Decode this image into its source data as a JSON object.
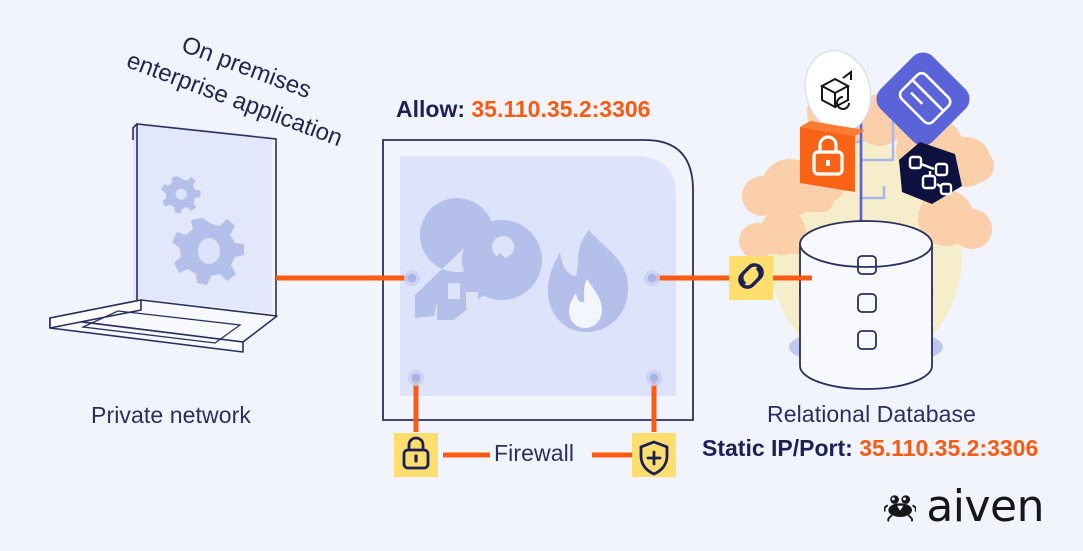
{
  "diagram": {
    "title": "Aiven static IP firewall connectivity diagram",
    "background_color": "#F1F4FD",
    "accent_orange": "#FA5A11",
    "navy": "#1B2157",
    "yellow_badge": "#FFDE6E",
    "lavender": "#C3CBF2"
  },
  "onprem": {
    "label": "On premises enterprise application",
    "network_label": "Private network",
    "screen_icon": "gears-icon",
    "device_icon": "laptop-icon"
  },
  "firewall": {
    "allow_prefix": "Allow:",
    "allow_value": "35.110.35.2:3306",
    "label": "Firewall",
    "icons": [
      "key-icon",
      "flame-icon"
    ],
    "badges": [
      "lock-icon",
      "shield-plus-icon"
    ]
  },
  "link": {
    "icon": "chain-link-icon"
  },
  "database": {
    "title": "Relational Database",
    "static_prefix": "Static IP/Port:",
    "static_value": "35.110.35.2:3306",
    "icon": "database-cylinder-icon",
    "service_tiles": [
      {
        "name": "cube-3d-icon",
        "shape": "ellipse",
        "fill": "#FFFFFF"
      },
      {
        "name": "lock-icon",
        "shape": "square",
        "fill": "#F96316"
      },
      {
        "name": "card-window-icon",
        "shape": "rounded-diamond",
        "fill": "#5A63D8"
      },
      {
        "name": "network-nodes-icon",
        "shape": "hexagon",
        "fill": "#0D1140"
      }
    ]
  },
  "brand": {
    "name": "aiven",
    "logo_icon": "aiven-crab-logo"
  }
}
